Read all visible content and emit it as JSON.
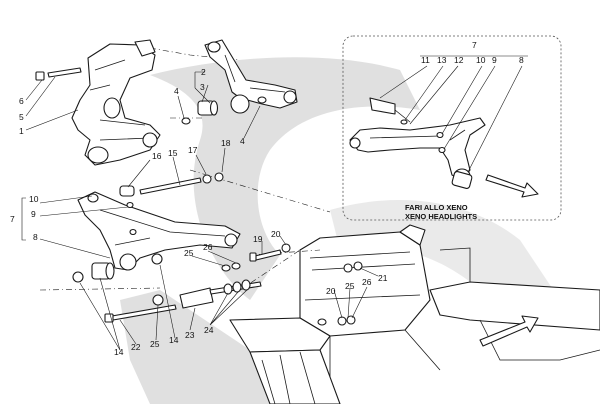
{
  "callouts": {
    "c1": "1",
    "c2": "2",
    "c3": "3",
    "c4a": "4",
    "c4b": "4",
    "c5": "5",
    "c6": "6",
    "c7": "7",
    "c8": "8",
    "c9": "9",
    "c10": "10",
    "c14a": "14",
    "c14b": "14",
    "c15": "15",
    "c16": "16",
    "c17": "17",
    "c18": "18",
    "c19": "19",
    "c20a": "20",
    "c20b": "20",
    "c21": "21",
    "c22": "22",
    "c23": "23",
    "c24": "24",
    "c25a": "25",
    "c25b": "25",
    "c25c": "25",
    "c26a": "26",
    "c26b": "26"
  },
  "inset": {
    "group": "7",
    "c8": "8",
    "c9": "9",
    "c10": "10",
    "c11": "11",
    "c12": "12",
    "c13": "13",
    "caption_line1": "FARI ALLO XENO",
    "caption_line2": "XENO HEADLIGHTS"
  },
  "icons": [
    "arrow-direction-icon"
  ]
}
